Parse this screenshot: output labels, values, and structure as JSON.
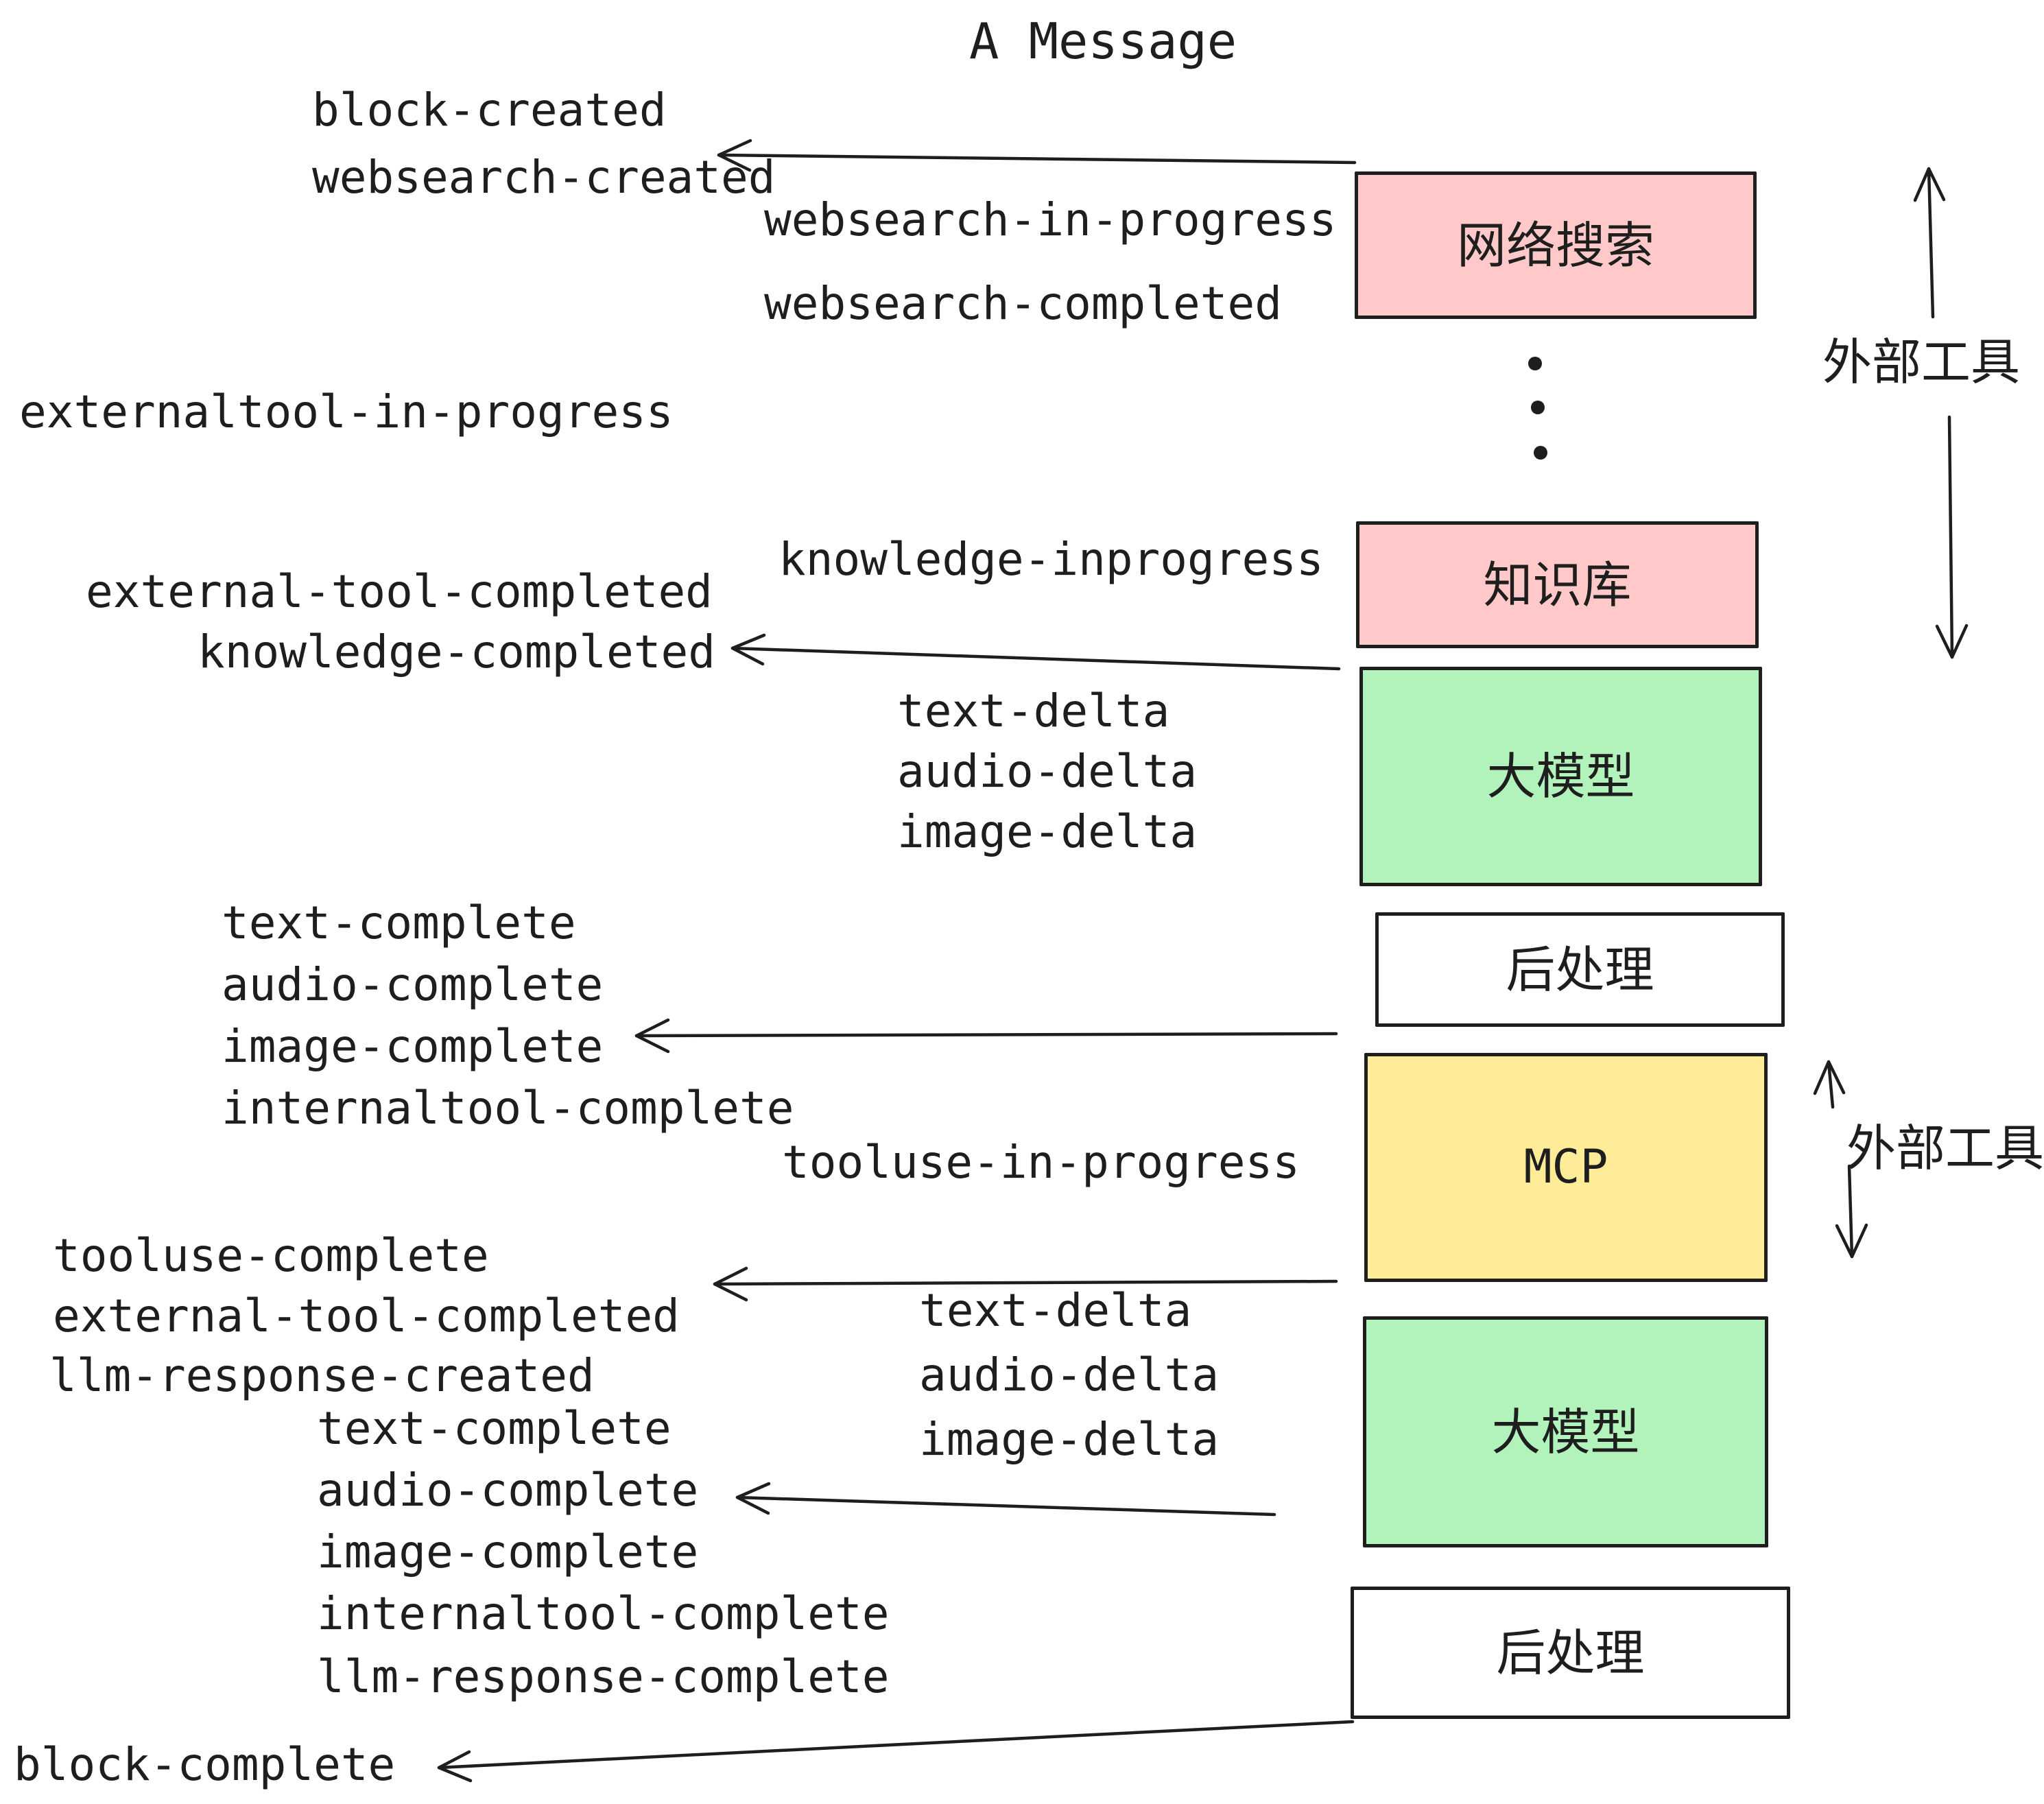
{
  "title": "A Message",
  "colors": {
    "stroke": "#1e1e1e",
    "pink": "#ffc9c9",
    "green": "#b2f2bb",
    "yellow": "#ffec99",
    "white": "#ffffff"
  },
  "events": [
    {
      "label": "block-created"
    },
    {
      "label": "websearch-created"
    },
    {
      "label": "websearch-in-progress"
    },
    {
      "label": "websearch-completed"
    },
    {
      "label": "externaltool-in-progress"
    },
    {
      "label": "knowledge-inprogress"
    },
    {
      "label": "external-tool-completed"
    },
    {
      "label": "knowledge-completed"
    },
    {
      "label": "text-delta"
    },
    {
      "label": "audio-delta"
    },
    {
      "label": "image-delta"
    },
    {
      "label": "text-complete"
    },
    {
      "label": "audio-complete"
    },
    {
      "label": "image-complete"
    },
    {
      "label": "internaltool-complete"
    },
    {
      "label": "tooluse-in-progress"
    },
    {
      "label": "tooluse-complete"
    },
    {
      "label": "external-tool-completed"
    },
    {
      "label": "llm-response-created"
    },
    {
      "label": "text-delta"
    },
    {
      "label": "audio-delta"
    },
    {
      "label": "image-delta"
    },
    {
      "label": "text-complete"
    },
    {
      "label": "audio-complete"
    },
    {
      "label": "image-complete"
    },
    {
      "label": "internaltool-complete"
    },
    {
      "label": "llm-response-complete"
    },
    {
      "label": "block-complete"
    }
  ],
  "nodes": [
    {
      "label": "网络搜索",
      "color": "#ffc9c9"
    },
    {
      "label": "知识库",
      "color": "#ffc9c9"
    },
    {
      "label": "大模型",
      "color": "#b2f2bb"
    },
    {
      "label": "后处理",
      "color": "#ffffff"
    },
    {
      "label": "MCP",
      "color": "#ffec99"
    },
    {
      "label": "大模型",
      "color": "#b2f2bb"
    },
    {
      "label": "后处理",
      "color": "#ffffff"
    }
  ],
  "side_labels": [
    {
      "label": "外部工具"
    },
    {
      "label": "外部工具"
    }
  ]
}
